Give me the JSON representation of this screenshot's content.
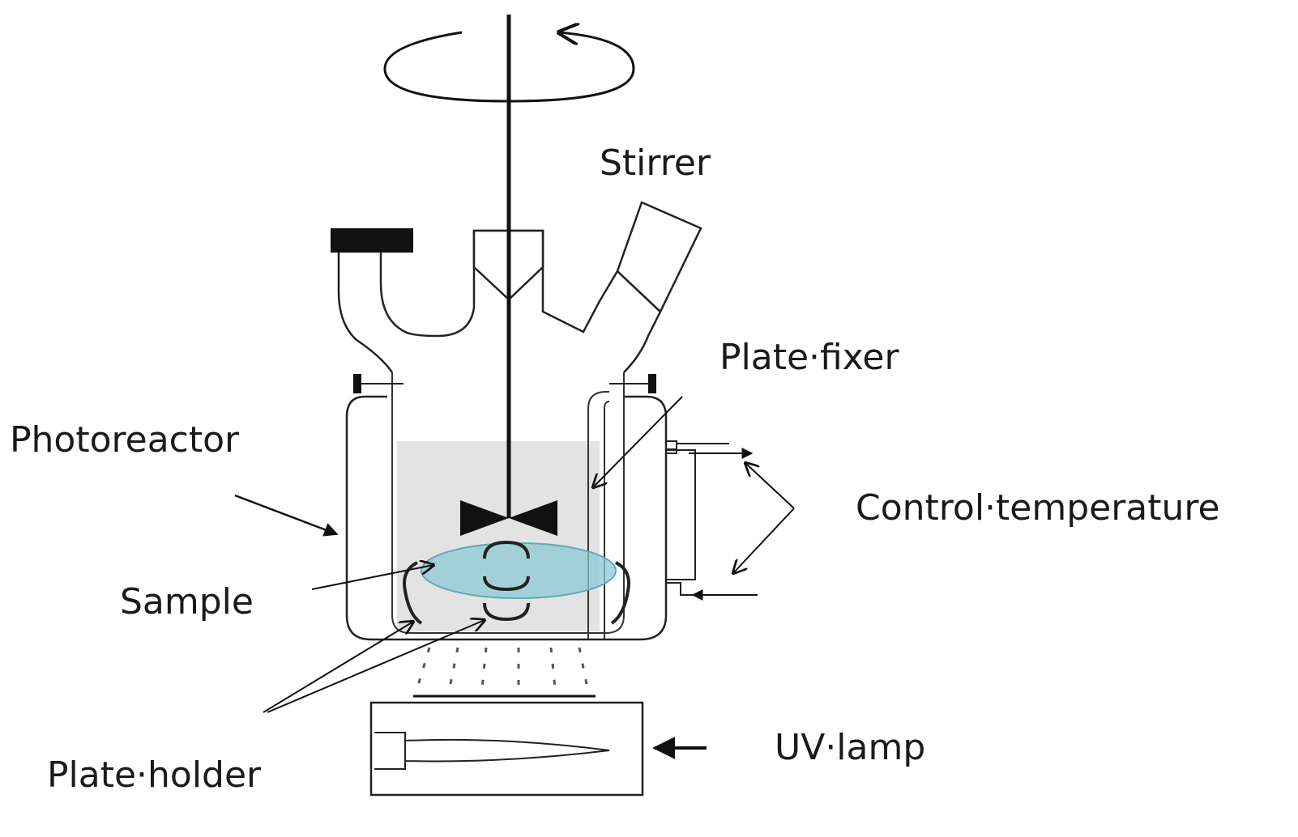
{
  "labels": {
    "stirrer": "Stirrer",
    "plate_fixer": "Plate·fixer",
    "photoreactor": "Photoreactor",
    "control_temperature": "Control·temperature",
    "sample": "Sample",
    "plate_holder": "Plate·holder",
    "uv_lamp": "UV·lamp"
  },
  "colors": {
    "line": "#111111",
    "liquid": "#e2e2e2",
    "sample": "#8ec9d4",
    "sample_edge": "#5fa9b7"
  }
}
